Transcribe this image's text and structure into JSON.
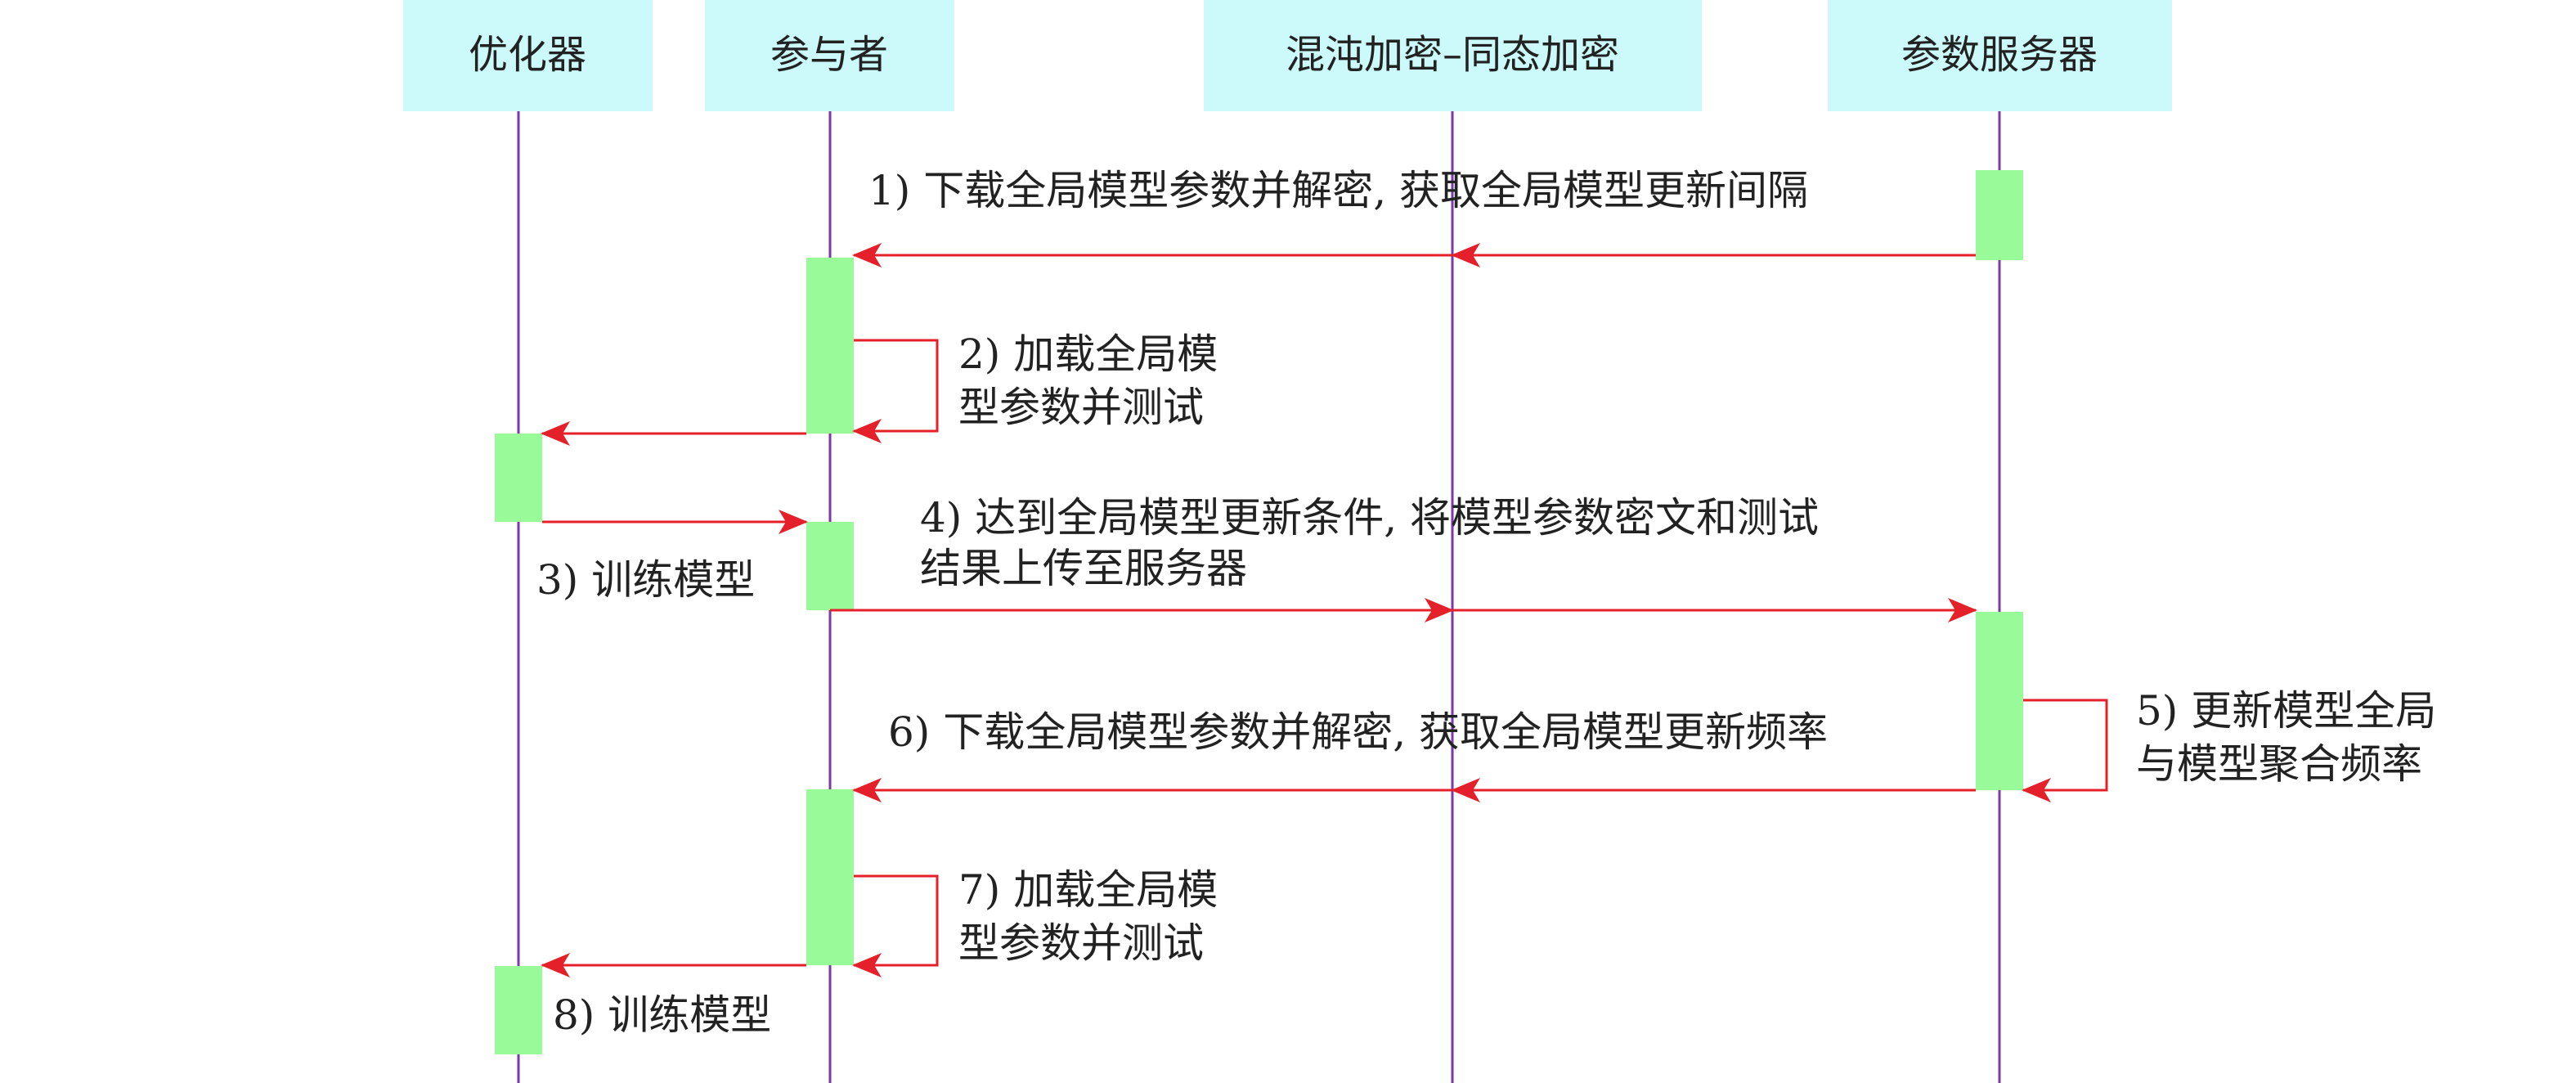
{
  "participants": [
    {
      "key": "optimizer",
      "label": "优化器"
    },
    {
      "key": "participant",
      "label": "参与者"
    },
    {
      "key": "encryption",
      "label": "混沌加密–同态加密"
    },
    {
      "key": "server",
      "label": "参数服务器"
    }
  ],
  "steps": [
    {
      "id": "step-1",
      "lines": [
        "1) 下载全局模型参数并解密, 获取全局模型更新间隔"
      ]
    },
    {
      "id": "step-2",
      "lines": [
        "2) 加载全局模",
        "型参数并测试"
      ]
    },
    {
      "id": "step-3",
      "lines": [
        "3) 训练模型"
      ]
    },
    {
      "id": "step-4",
      "lines": [
        "4) 达到全局模型更新条件, 将模型参数密文和测试",
        "结果上传至服务器"
      ]
    },
    {
      "id": "step-5",
      "lines": [
        "5) 更新模型全局",
        "与模型聚合频率"
      ]
    },
    {
      "id": "step-6",
      "lines": [
        "6) 下载全局模型参数并解密, 获取全局模型更新频率"
      ]
    },
    {
      "id": "step-7",
      "lines": [
        "7) 加载全局模",
        "型参数并测试"
      ]
    },
    {
      "id": "step-8",
      "lines": [
        "8) 训练模型"
      ]
    }
  ],
  "colors": {
    "header_fill": "#ccfafa",
    "lifeline": "#7a3aa8",
    "activation": "#99fa99",
    "arrow": "#e4202a",
    "text": "#222222"
  }
}
